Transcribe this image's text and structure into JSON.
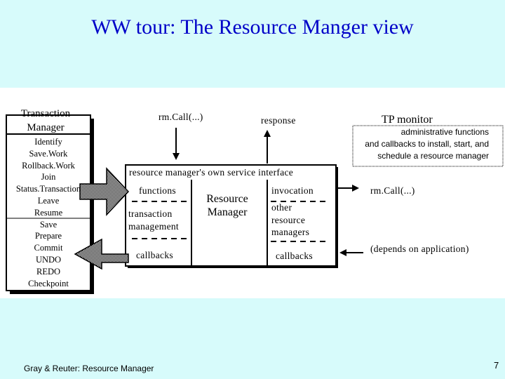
{
  "slide": {
    "title": "WW tour: The Resource Manger view",
    "footer": "Gray & Reuter: Resource Manager",
    "page_number": "7"
  },
  "transaction_manager": {
    "title_line1": "Transaction",
    "title_line2": "Manager",
    "functions": [
      "Identify",
      "Save.Work",
      "Rollback.Work",
      "Join",
      "Status.Transaction",
      "Leave",
      "Resume",
      "Save",
      "Prepare",
      "Commit",
      "UNDO",
      "REDO",
      "Checkpoint"
    ]
  },
  "resource_manager": {
    "interface_label": "resource manager's own service interface",
    "functions_label": "functions",
    "transaction_management_line1": "transaction",
    "transaction_management_line2": "management",
    "callbacks_left": "callbacks",
    "name_line1": "Resource",
    "name_line2": "Manager",
    "invocation_label": "invocation",
    "other_line1": "other",
    "other_line2": "resource",
    "other_line3": "managers",
    "callbacks_right": "callbacks"
  },
  "labels": {
    "rm_call_top": "rm.Call(...)",
    "response": "response",
    "rm_call_right": "rm.Call(...)",
    "depends": "(depends on application)"
  },
  "tp_monitor": {
    "title": "TP monitor",
    "admin_line1": "administrative functions",
    "admin_line2": "and callbacks to install, start, and",
    "admin_line3": "schedule a resource manager"
  },
  "colors": {
    "background": "#d7fbfb",
    "content_band": "#ffffff",
    "title": "#0000c8"
  }
}
